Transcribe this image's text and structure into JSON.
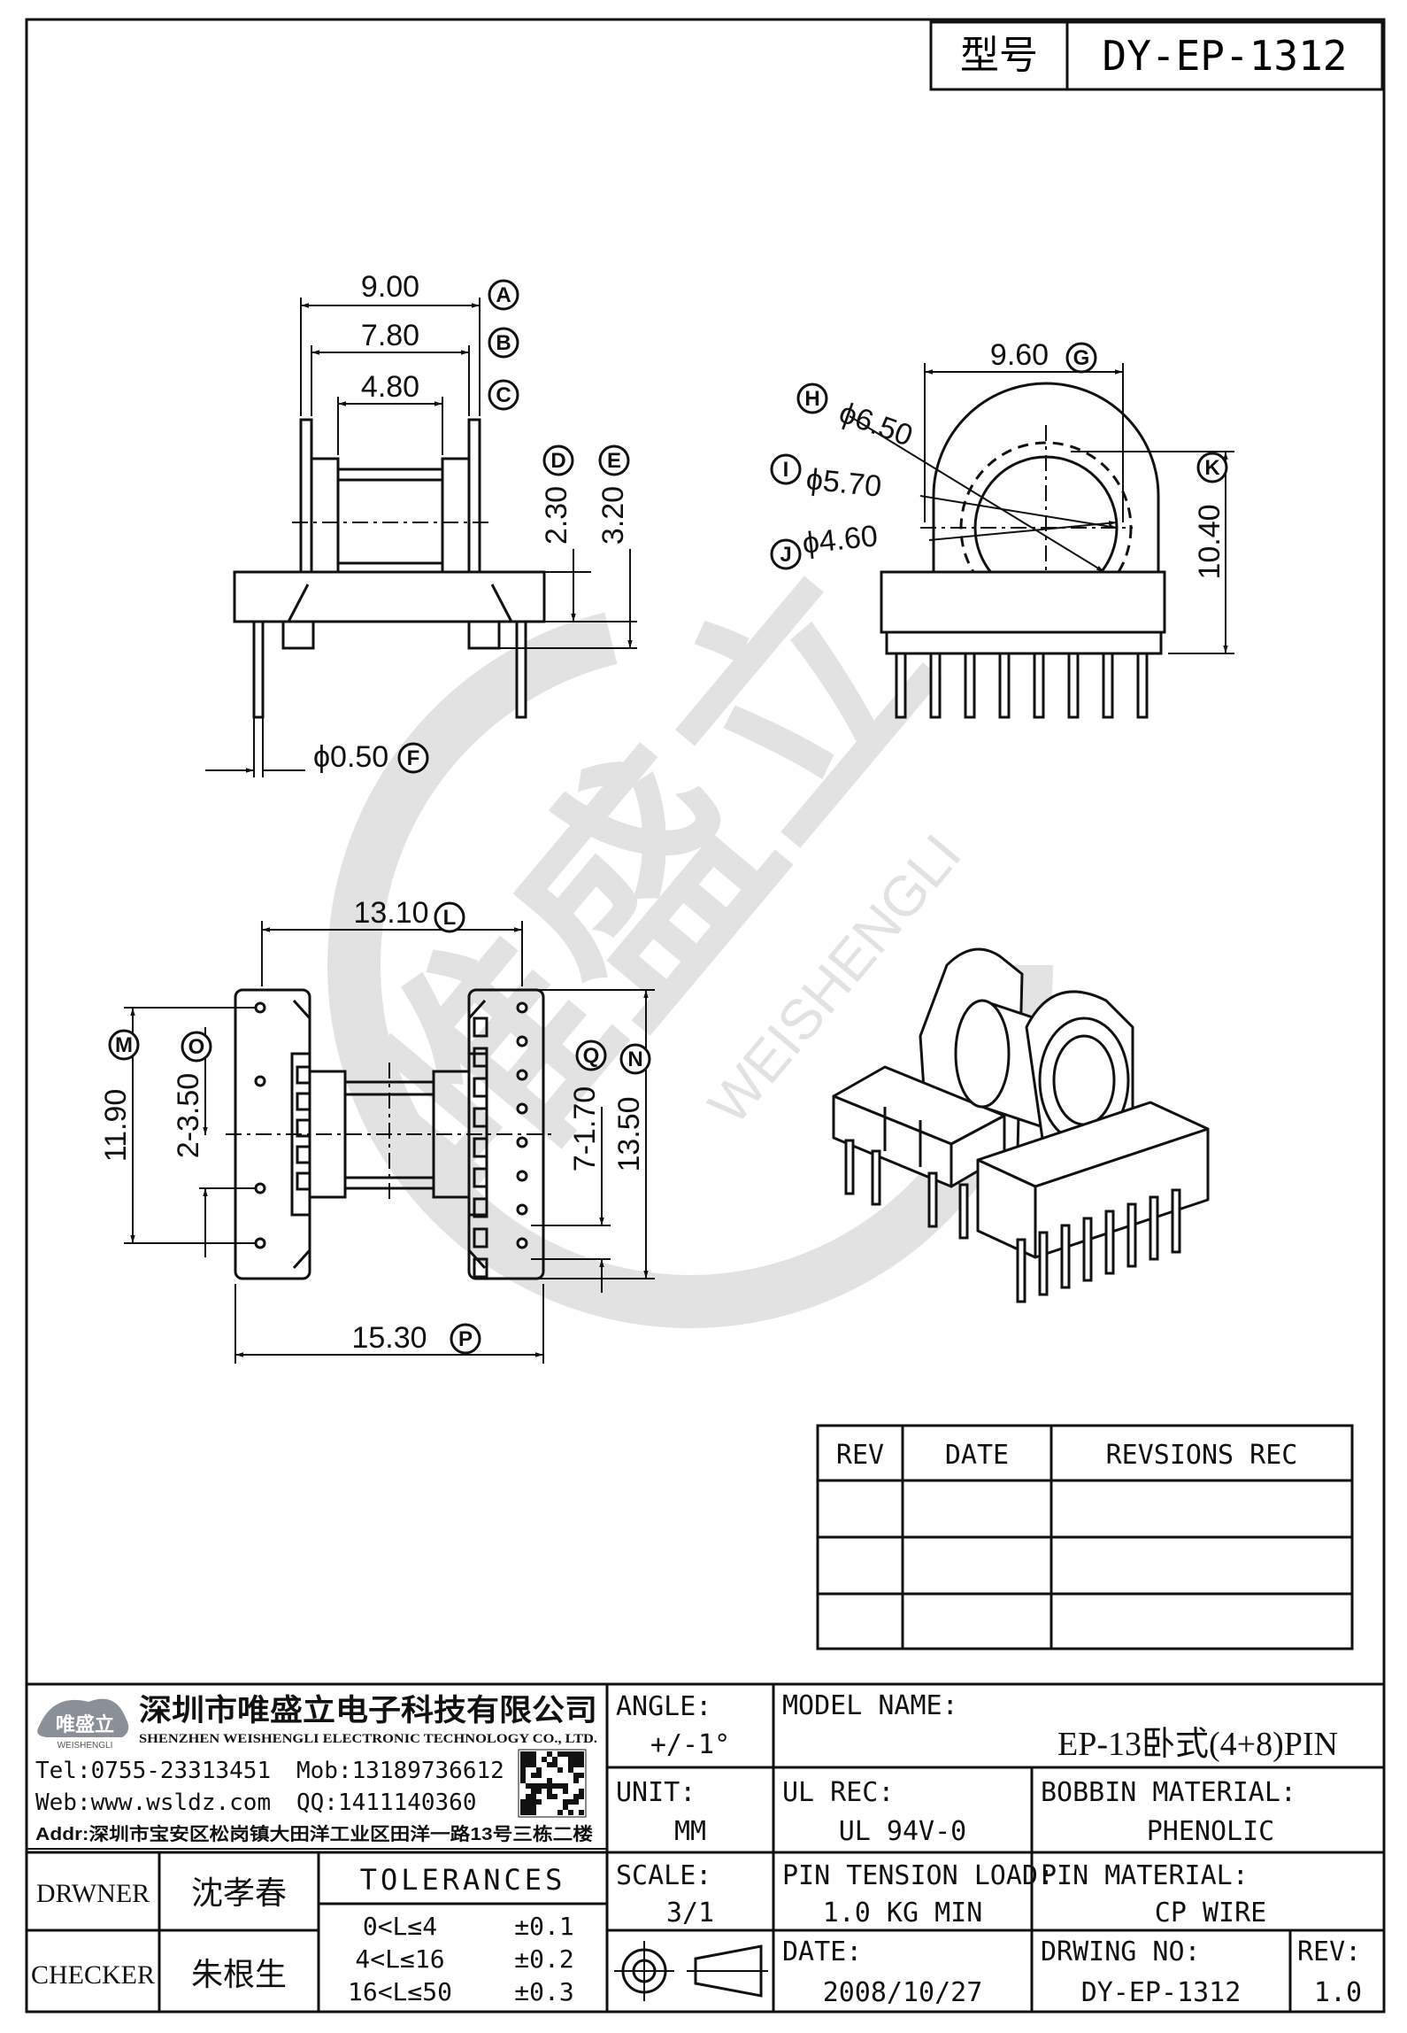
{
  "header": {
    "model_label": "型号",
    "model_no": "DY-EP-1312"
  },
  "dims": {
    "A": "9.00",
    "B": "7.80",
    "C": "4.80",
    "D": "2.30",
    "E": "3.20",
    "F": "ϕ0.50",
    "G": "9.60",
    "H": "ϕ6.50",
    "I": "ϕ5.70",
    "J": "ϕ4.60",
    "K": "10.40",
    "L": "13.10",
    "M": "11.90",
    "N": "13.50",
    "O": "2-3.50",
    "P": "15.30",
    "Q": "7-1.70"
  },
  "dim_letters": [
    "A",
    "B",
    "C",
    "D",
    "E",
    "F",
    "G",
    "H",
    "I",
    "J",
    "K",
    "L",
    "M",
    "N",
    "O",
    "P",
    "Q"
  ],
  "watermark": {
    "brand": "唯盛立",
    "latin": "WEISHENGLI"
  },
  "rev_table": {
    "headers": [
      "REV",
      "DATE",
      "REVSIONS REC"
    ]
  },
  "company": {
    "logo_text": "唯盛立",
    "logo_sub": "WEISHENGLI",
    "name_cn": "深圳市唯盛立电子科技有限公司",
    "name_en": "SHENZHEN WEISHENGLI ELECTRONIC TECHNOLOGY CO., LTD.",
    "tel": "Tel:0755-23313451",
    "mob": "Mob:13189736612",
    "web": "Web:www.wsldz.com",
    "qq": "QQ:1411140360",
    "addr": "Addr:深圳市宝安区松岗镇大田洋工业区田洋一路13号三栋二楼"
  },
  "title_block": {
    "angle_label": "ANGLE:",
    "angle_value": "+/-1°",
    "model_name_label": "MODEL NAME:",
    "model_name_value": "EP-13卧式(4+8)PIN",
    "unit_label": "UNIT:",
    "unit_value": "MM",
    "ul_label": "UL REC:",
    "ul_value": "UL 94V-0",
    "bobbin_label": "BOBBIN MATERIAL:",
    "bobbin_value": "PHENOLIC",
    "drawner_label": "DRWNER",
    "drawner_value": "沈孝春",
    "tolerances_label": "TOLERANCES",
    "tol_rows": [
      [
        "0<L≤4",
        "±0.1"
      ],
      [
        "4<L≤16",
        "±0.2"
      ],
      [
        "16<L≤50",
        "±0.3"
      ]
    ],
    "scale_label": "SCALE:",
    "scale_value": "3/1",
    "pin_tension_label": "PIN TENSION LOAD:",
    "pin_tension_value": "1.0 KG MIN",
    "pin_material_label": "PIN MATERIAL:",
    "pin_material_value": "CP WIRE",
    "checker_label": "CHECKER",
    "checker_value": "朱根生",
    "date_label": "DATE:",
    "date_value": "2008/10/27",
    "drwing_label": "DRWING NO:",
    "drwing_value": "DY-EP-1312",
    "rev_label": "REV:",
    "rev_value": "1.0"
  }
}
